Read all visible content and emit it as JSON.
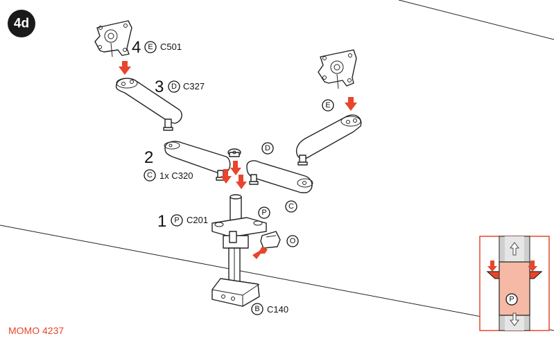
{
  "step_badge": "4d",
  "steps": [
    {
      "number": "1",
      "letter": "P",
      "code": "C201"
    },
    {
      "number": "2",
      "letter": "C",
      "code": "1x C320"
    },
    {
      "number": "3",
      "letter": "D",
      "code": "C327"
    },
    {
      "number": "4",
      "letter": "E",
      "code": "C501"
    }
  ],
  "base_letter": "B",
  "base_code": "C140",
  "loose_labels": {
    "d": "D",
    "c": "C",
    "e": "E",
    "p": "P",
    "o": "O",
    "inset_p": "P"
  },
  "footer": "MOMO 4237",
  "colors": {
    "accent": "#e8452c",
    "inset": "#f5b9a5",
    "badge": "#1a1a1a"
  }
}
